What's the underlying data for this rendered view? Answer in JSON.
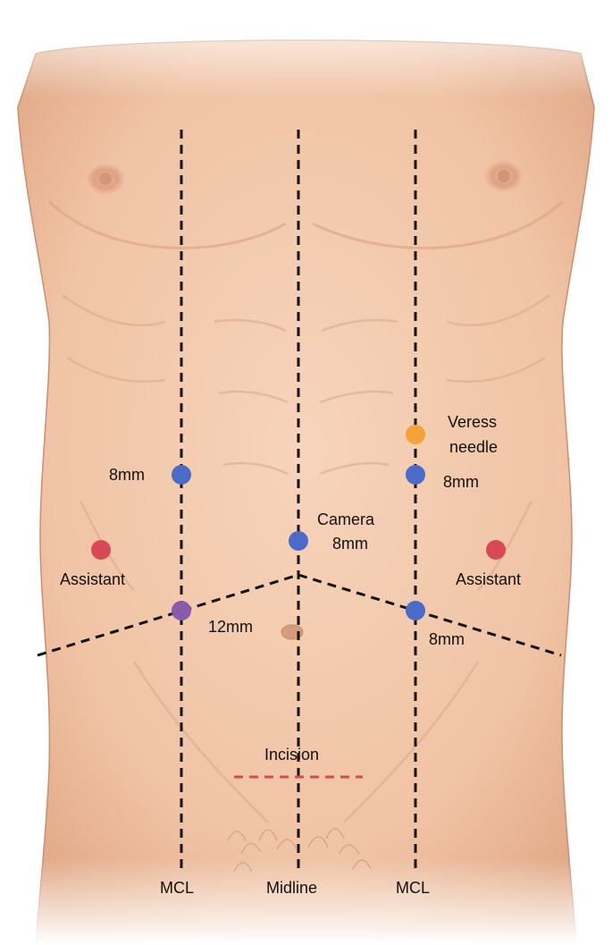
{
  "labels": {
    "port_left_upper": "8mm",
    "veress_line1": "Veress",
    "veress_line2": "needle",
    "port_right_upper": "8mm",
    "camera_line1": "Camera",
    "camera_line2": "8mm",
    "assistant_left": "Assistant",
    "assistant_right": "Assistant",
    "port_left_lower": "12mm",
    "port_right_lower": "8mm",
    "incision": "Incision",
    "mcl_left": "MCL",
    "midline": "Midline",
    "mcl_right": "MCL"
  },
  "colors": {
    "skin": "#f2c9ac",
    "skin_shadow": "#e0a888",
    "port_blue": "#4a6bc8",
    "veress_orange": "#f5a338",
    "assistant_red": "#d94855",
    "port_purple": "#8a5aac",
    "incision_red": "#d94855",
    "guide_line": "#111111"
  },
  "icons": {
    "port_marker": "filled-circle",
    "umbilicus": "navel-shape",
    "nipple": "nipple-shape"
  }
}
